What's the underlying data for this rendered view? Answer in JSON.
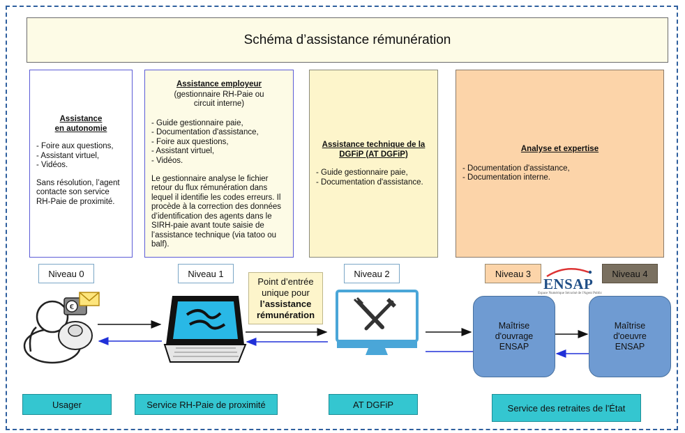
{
  "title": "Schéma d’assistance rémunération",
  "columns": [
    {
      "head": "Assistance",
      "head2": "en autonomie",
      "lines": [
        "- Foire aux questions,",
        "- Assistant virtuel,",
        "- Vidéos."
      ],
      "paragraph": "Sans résolution, l’agent contacte son service RH-Paie de proximité."
    },
    {
      "head": "Assistance employeur",
      "sub": "(gestionnaire RH-Paie ou circuit interne)",
      "lines": [
        "- Guide gestionnaire paie,",
        "- Documentation d'assistance,",
        "- Foire aux questions,",
        "- Assistant virtuel,",
        "- Vidéos."
      ],
      "paragraph": "Le gestionnaire analyse  le fichier retour du flux rémunération dans lequel il identifie les codes erreurs. Il procède à la correction des données d’identification des agents dans  le SIRH-paie avant toute saisie de l’assistance technique (via tatoo ou balf)."
    },
    {
      "head": "Assistance technique de la DGFiP (AT DGFiP)",
      "lines": [
        "- Guide gestionnaire paie,",
        "- Documentation d'assistance."
      ]
    },
    {
      "head": "Analyse et expertise",
      "lines": [
        "- Documentation d'assistance,",
        "- Documentation interne."
      ]
    }
  ],
  "levels": [
    "Niveau 0",
    "Niveau 1",
    "Niveau 2",
    "Niveau 3",
    "Niveau 4"
  ],
  "entry_point": {
    "line1": "Point d’entrée",
    "line2": "unique pour",
    "bold1": "l’assistance",
    "bold2": "rémunération"
  },
  "ensap_logo": {
    "word": "ENSAP",
    "tagline": "Espace Numérique Sécurisé de l'Agent Public"
  },
  "boxes": [
    {
      "line1": "Maîtrise",
      "line2": "d'ouvrage",
      "line3": "ENSAP"
    },
    {
      "line1": "Maîtrise",
      "line2": "d'oeuvre",
      "line3": "ENSAP"
    }
  ],
  "entities": [
    "Usager",
    "Service RH-Paie de proximité",
    "AT DGFiP",
    "Service des retraites de l'État"
  ],
  "colors": {
    "frame": "#2f5f9e",
    "entity_fill": "#34c6d0",
    "ensap_box": "#6f9bd2",
    "level3": "#fcd4a9",
    "level4": "#7a7060",
    "arrow_return": "#2030d8"
  }
}
